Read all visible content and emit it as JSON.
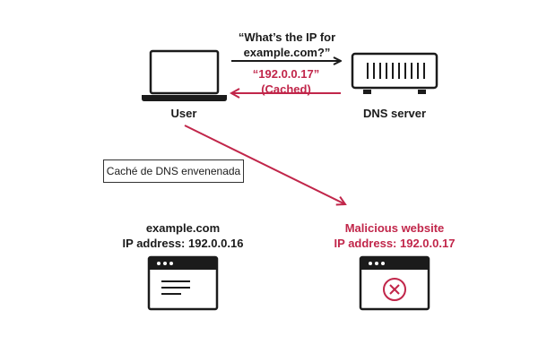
{
  "query": {
    "line1": "“What’s the IP for",
    "line2": "example.com?”"
  },
  "response": {
    "line1": "“192.0.0.17”",
    "line2": "(Cached)"
  },
  "labels": {
    "user": "User",
    "dns_server": "DNS server",
    "poison_box": "Caché de DNS envenenada"
  },
  "legit_site": {
    "name": "example.com",
    "ip": "IP address: 192.0.0.16"
  },
  "malicious_site": {
    "name": "Malicious website",
    "ip": "IP address: 192.0.0.17"
  },
  "colors": {
    "ink": "#1b1b1b",
    "accent": "#c1264a",
    "background": "#ffffff"
  },
  "icons": {
    "user": "laptop-icon",
    "dns_server": "server-icon",
    "legit_site": "browser-window-icon",
    "malicious_site": "browser-window-error-icon"
  }
}
